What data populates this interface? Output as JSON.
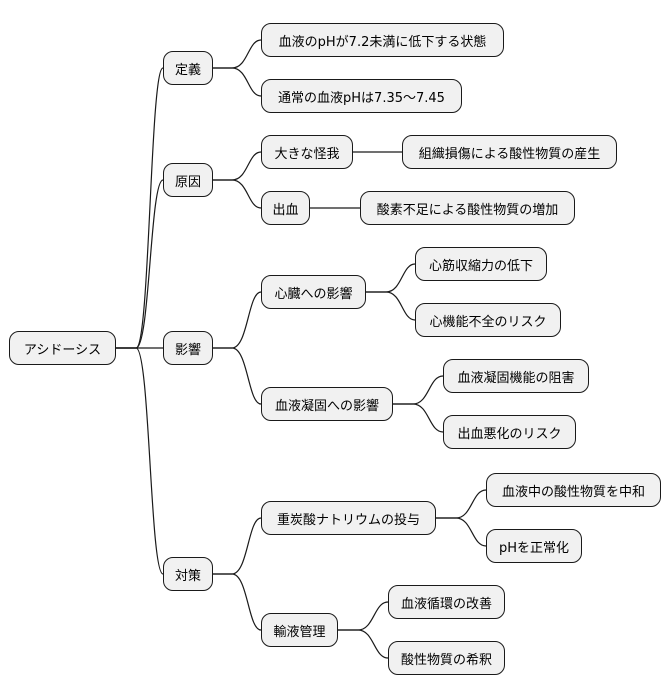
{
  "root": {
    "label": "アシドーシス",
    "branches": [
      {
        "label": "定義",
        "children": [
          {
            "label": "血液のpHが7.2未満に低下する状態",
            "children": []
          },
          {
            "label": "通常の血液pHは7.35〜7.45",
            "children": []
          }
        ]
      },
      {
        "label": "原因",
        "children": [
          {
            "label": "大きな怪我",
            "children": [
              {
                "label": "組織損傷による酸性物質の産生"
              }
            ]
          },
          {
            "label": "出血",
            "children": [
              {
                "label": "酸素不足による酸性物質の増加"
              }
            ]
          }
        ]
      },
      {
        "label": "影響",
        "children": [
          {
            "label": "心臓への影響",
            "children": [
              {
                "label": "心筋収縮力の低下"
              },
              {
                "label": "心機能不全のリスク"
              }
            ]
          },
          {
            "label": "血液凝固への影響",
            "children": [
              {
                "label": "血液凝固機能の阻害"
              },
              {
                "label": "出血悪化のリスク"
              }
            ]
          }
        ]
      },
      {
        "label": "対策",
        "children": [
          {
            "label": "重炭酸ナトリウムの投与",
            "children": [
              {
                "label": "血液中の酸性物質を中和"
              },
              {
                "label": "pHを正常化"
              }
            ]
          },
          {
            "label": "輸液管理",
            "children": [
              {
                "label": "血液循環の改善"
              },
              {
                "label": "酸性物質の希釈"
              }
            ]
          }
        ]
      }
    ]
  }
}
